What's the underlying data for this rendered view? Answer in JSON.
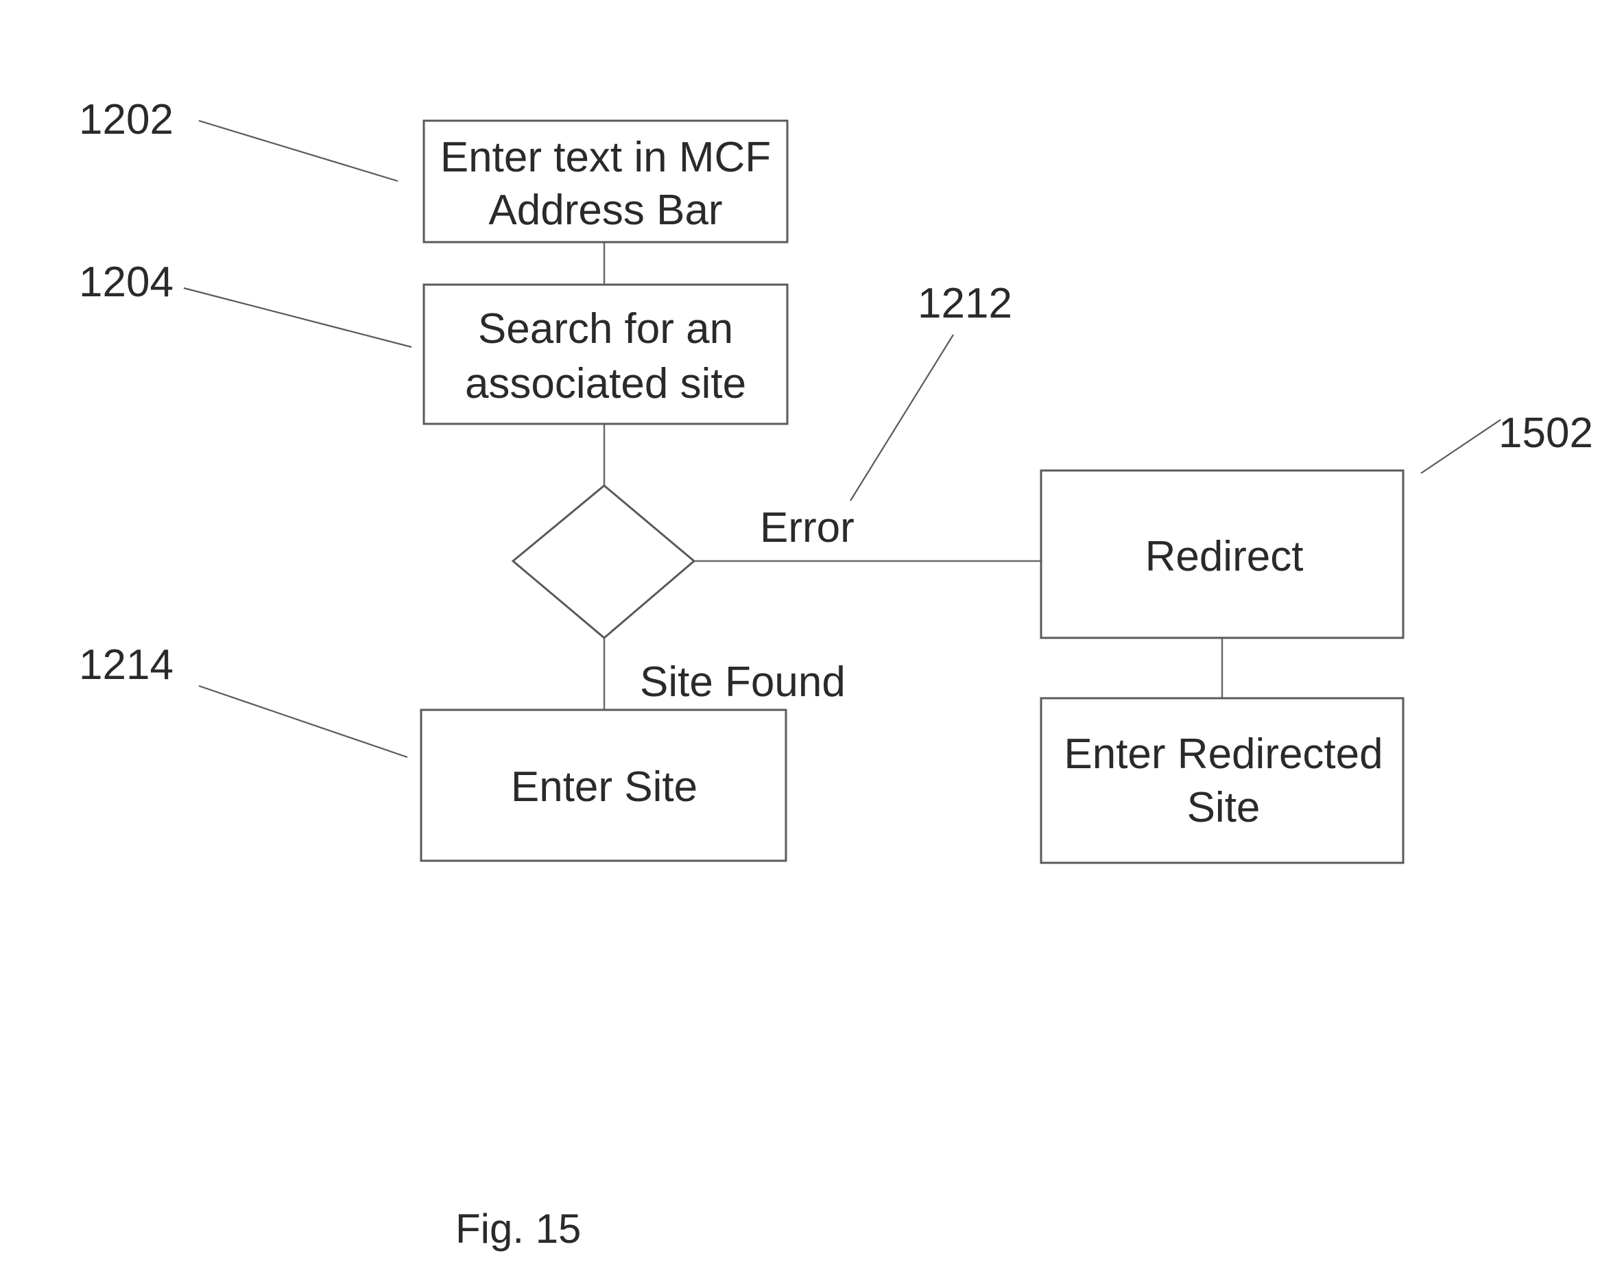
{
  "figure_caption": "Fig. 15",
  "nodes": {
    "enter_text": {
      "ref": "1202",
      "lines": [
        "Enter text in MCF",
        "Address Bar"
      ]
    },
    "search": {
      "ref": "1204",
      "lines": [
        "Search for an",
        "associated site"
      ]
    },
    "redirect": {
      "ref": "1502",
      "lines": [
        "Redirect"
      ]
    },
    "enter_redirected": {
      "lines": [
        "Enter Redirected",
        "Site"
      ]
    },
    "enter_site": {
      "ref": "1214",
      "lines": [
        "Enter Site"
      ]
    },
    "decision": {
      "ref": "1212"
    }
  },
  "edges": {
    "error_label": "Error",
    "site_found_label": "Site Found"
  }
}
